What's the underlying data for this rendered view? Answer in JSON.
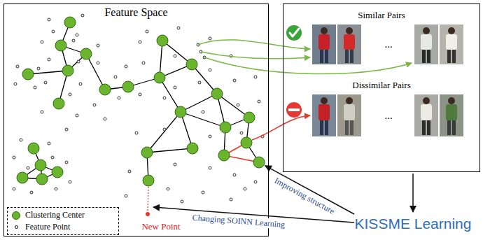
{
  "diagram": {
    "nodes": [
      {
        "text": [
          "Feature Space"
        ]
      },
      {
        "text": [
          "Similar Pairs",
          "Dissimilar Pairs"
        ]
      }
    ],
    "labels": [
      "...",
      "...",
      "KISSME Learning",
      "Improving structure",
      "Changing SOINN Learning",
      "New Point"
    ],
    "legend": [
      {
        "text": "Clustering Center",
        "color": "#6ab42e"
      },
      {
        "text": "Feature Point"
      }
    ]
  }
}
